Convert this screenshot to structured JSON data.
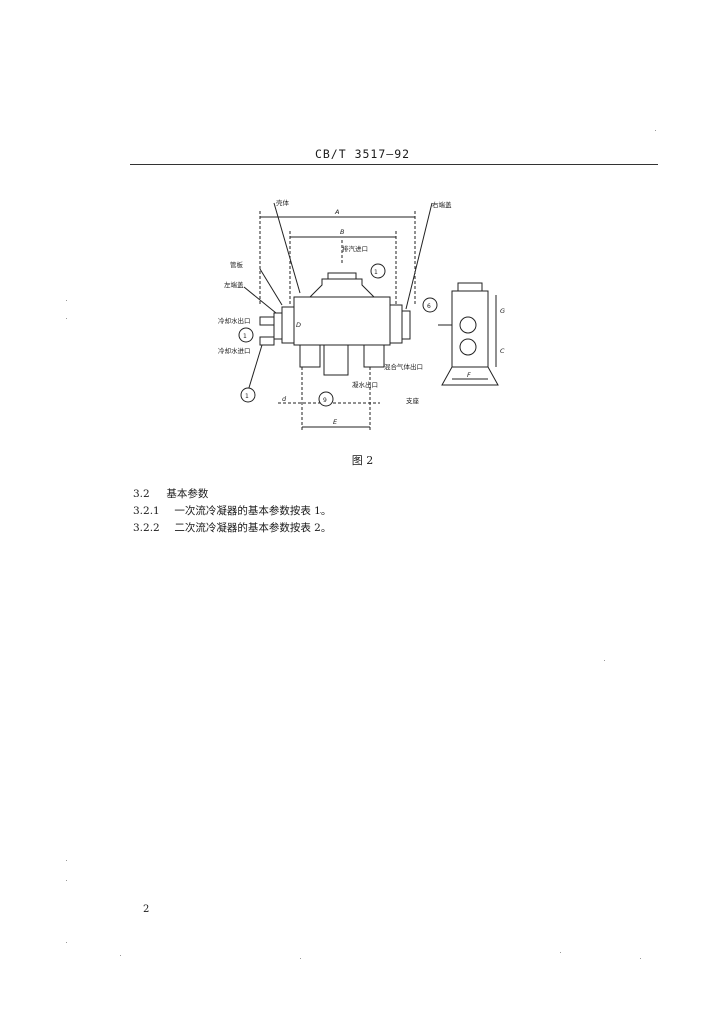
{
  "header": {
    "standard_code": "CB/T  3517—92"
  },
  "figure": {
    "labels": {
      "shell": "壳体",
      "tube_plate": "管板",
      "water_cover_left": "左端盖",
      "cooling_water_outlet": "冷却水出口",
      "cooling_water_inlet": "冷却水进口",
      "steam_inlet": "排汽进口",
      "right_cover": "右端盖",
      "condensate_outlet": "凝水出口",
      "air_outlet": "混合气体出口",
      "support": "支座"
    },
    "callouts": [
      "1",
      "1",
      "6",
      "9",
      "1"
    ],
    "dimensions": {
      "A": "A",
      "B": "B",
      "C": "C",
      "E": "E",
      "F": "F",
      "G": "G",
      "d": "d",
      "D": "D"
    }
  },
  "caption": "图 2",
  "sections": [
    {
      "number": "3.2",
      "text": "基本参数"
    },
    {
      "number": "3.2.1",
      "text": "一次流冷凝器的基本参数按表 1。"
    },
    {
      "number": "3.2.2",
      "text": "二次流冷凝器的基本参数按表 2。"
    }
  ],
  "page_number": "2"
}
